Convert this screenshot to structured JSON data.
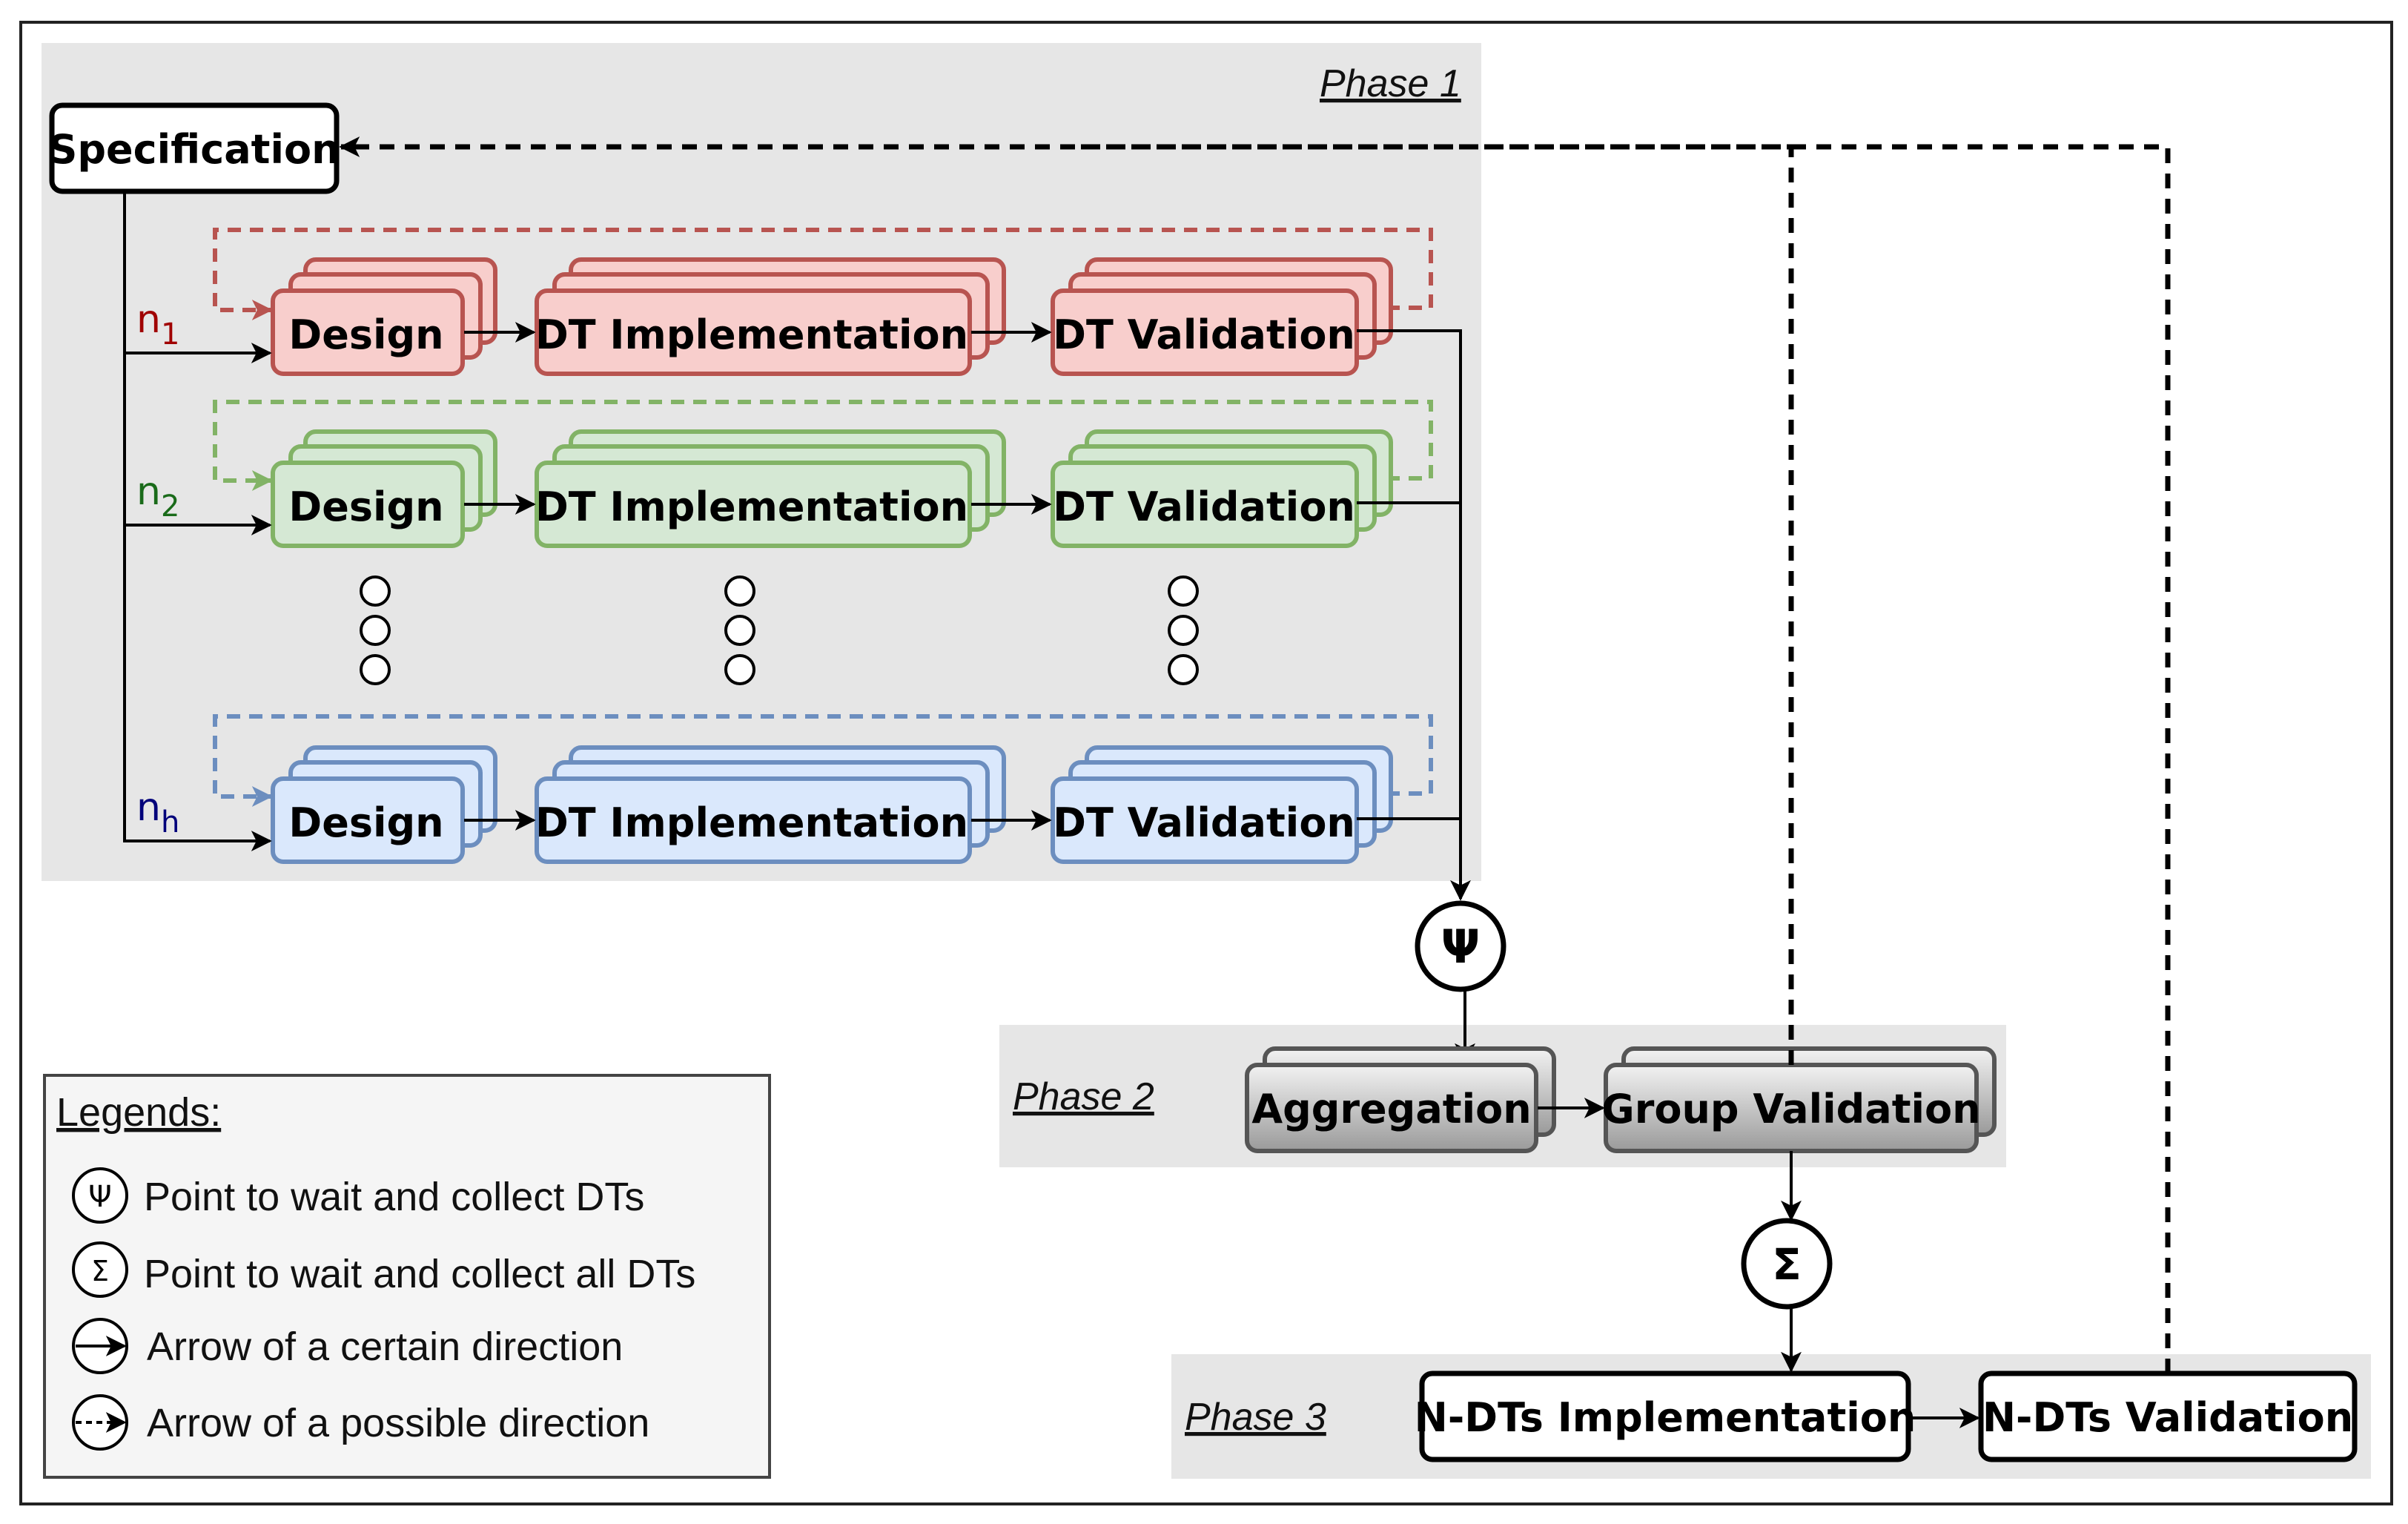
{
  "phases": {
    "phase1": "Phase 1",
    "phase2": "Phase 2",
    "phase3": "Phase 3"
  },
  "spec_label": "Specification",
  "rows": [
    {
      "n_base": "n",
      "n_sub": "1",
      "design": "Design",
      "impl": "DT Implementation",
      "valid": "DT Validation"
    },
    {
      "n_base": "n",
      "n_sub": "2",
      "design": "Design",
      "impl": "DT Implementation",
      "valid": "DT Validation"
    },
    {
      "n_base": "n",
      "n_sub": "h",
      "design": "Design",
      "impl": "DT Implementation",
      "valid": "DT Validation"
    }
  ],
  "phase2": {
    "aggregation": "Aggregation",
    "group_validation": "Group Validation"
  },
  "phase3": {
    "ndts_impl": "N-DTs Implementation",
    "ndts_valid": "N-DTs Validation"
  },
  "symbols": {
    "fork": "Ψ",
    "sigma": "Σ"
  },
  "legend": {
    "title": "Legends:",
    "items": [
      "Point to wait and collect DTs",
      "Point to wait and collect all DTs",
      "Arrow of a certain direction",
      "Arrow of a possible direction"
    ]
  },
  "colors": {
    "red_fill": "#f8cecc",
    "red_stroke": "#b85450",
    "red_label": "#a00000",
    "green_fill": "#d5e8d4",
    "green_stroke": "#82b366",
    "green_label": "#1a6b1a",
    "blue_fill": "#dae8fc",
    "blue_stroke": "#6c8ebf",
    "blue_label": "#00007a",
    "phase_bg": "#e6e6e6"
  }
}
